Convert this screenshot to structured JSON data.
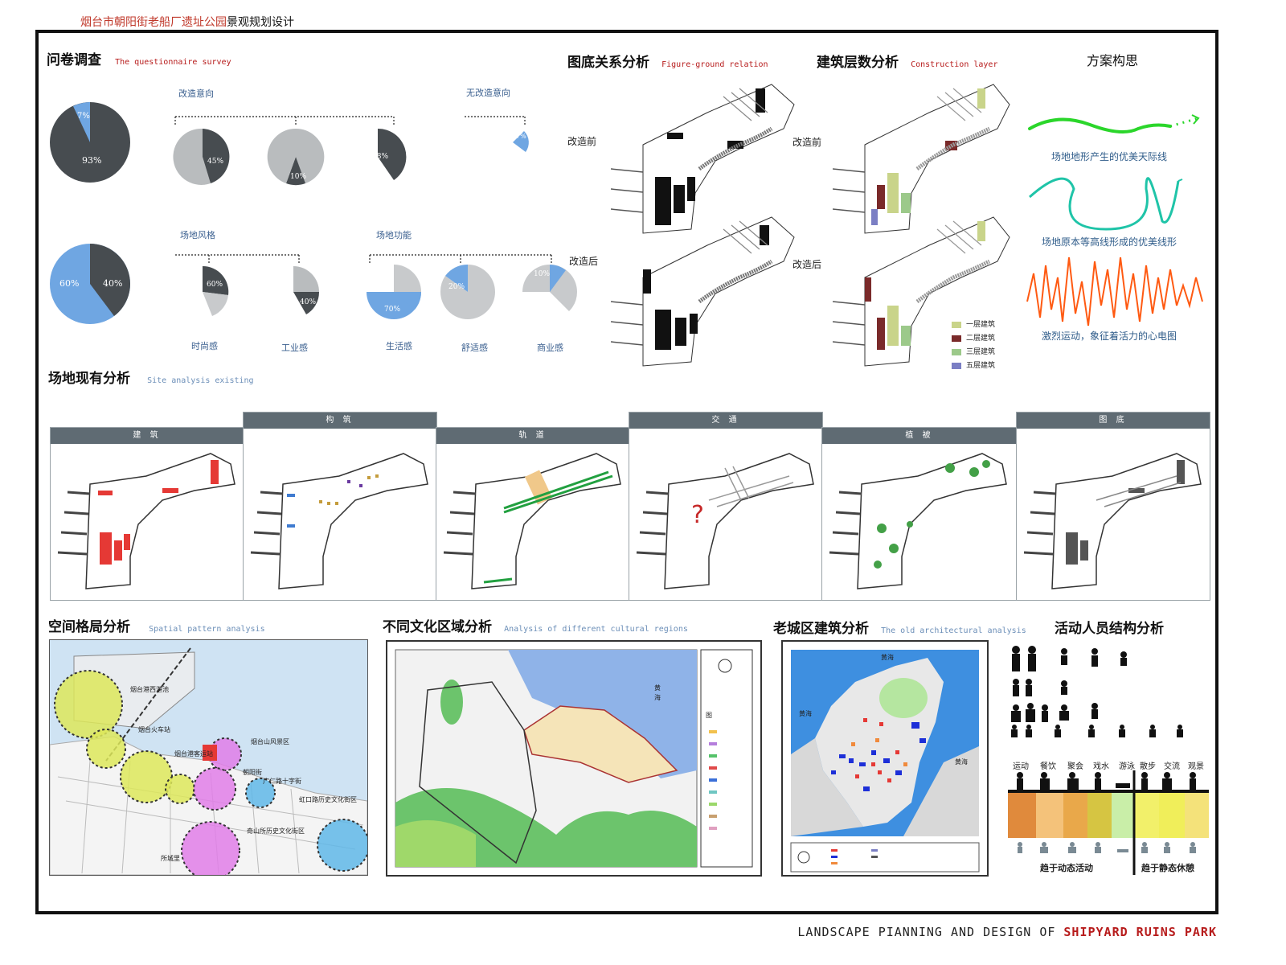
{
  "header": {
    "title_red": "烟台市朝阳街老船厂遗址公园",
    "title_black": "景观规划设计"
  },
  "footer": {
    "text_prefix": "LANDSCAPE PIANNING AND DESIGN OF ",
    "text_highlight": "SHIPYARD RUINS PARK"
  },
  "survey": {
    "title_cn": "问卷调查",
    "title_en": "The questionnaire survey",
    "group_renovate": "改造意向",
    "group_no_renovate": "无改造意向",
    "group_style": "场地风格",
    "group_function": "场地功能",
    "pies": {
      "main1": {
        "a": "93%",
        "b": "7%"
      },
      "main2": {
        "a": "60%",
        "b": "40%"
      },
      "r1": "45%",
      "r2": "10%",
      "r3": "38%",
      "nr": "7%",
      "s1": "60%",
      "s2": "40%",
      "f1": "70%",
      "f2": "20%",
      "f3": "10%"
    },
    "style_labels": [
      "时尚感",
      "工业感"
    ],
    "function_labels": [
      "生活感",
      "舒适感",
      "商业感"
    ]
  },
  "figure_ground": {
    "title_cn": "图底关系分析",
    "title_en": "Figure-ground relation",
    "before": "改造前",
    "after": "改造后"
  },
  "construction": {
    "title_cn": "建筑层数分析",
    "title_en": "Construction layer",
    "before": "改造前",
    "after": "改造后",
    "legend": [
      {
        "label": "一层建筑",
        "color": "#c9d48a"
      },
      {
        "label": "二层建筑",
        "color": "#7a2a2a"
      },
      {
        "label": "三层建筑",
        "color": "#9cc98a"
      },
      {
        "label": "五层建筑",
        "color": "#7b7fc4"
      }
    ]
  },
  "concept": {
    "title": "方案构思",
    "line1": "场地地形产生的优美天际线",
    "line2": "场地原本等高线形成的优美线形",
    "line3": "激烈运动，象征着活力的心电图",
    "colors": {
      "green": "#2bd62b",
      "teal": "#1fc4a8",
      "orange": "#ff5a12"
    }
  },
  "site": {
    "title_cn": "场地现有分析",
    "title_en": "Site analysis existing",
    "panels": [
      "建 筑",
      "构 筑",
      "轨 道",
      "交 通",
      "植 被",
      "图 底"
    ]
  },
  "bottom": {
    "spatial_cn": "空间格局分析",
    "spatial_en": "Spatial pattern analysis",
    "culture_cn": "不同文化区域分析",
    "culture_en": "Analysis of different cultural regions",
    "oldcity_cn": "老城区建筑分析",
    "oldcity_en": "The old architectural analysis",
    "people_cn": "活动人员结构分析",
    "spatial_labels": [
      "烟台港西港池",
      "烟台火车站",
      "烟台山风景区",
      "烟台港客运站",
      "朝阳街",
      "广仁路十字街",
      "虹口路历史文化街区",
      "所城里",
      "奇山所历史文化街区"
    ],
    "oldcity_labels": [
      "黄海",
      "黄海",
      "黄海"
    ],
    "culture_labels": [
      "黄",
      "海",
      "图"
    ],
    "activities_top": [
      "运动",
      "餐饮",
      "聚会",
      "戏水",
      "游泳",
      "散步",
      "交流",
      "观景"
    ],
    "activities_bottom": [
      "趋于动态活动",
      "趋于静态休憩"
    ],
    "bar_colors": [
      "#e08a3c",
      "#f4c27a",
      "#e9a84a",
      "#d6c542",
      "#c9eea8",
      "#f2f06a",
      "#f0ee5a",
      "#f4e27a"
    ]
  }
}
